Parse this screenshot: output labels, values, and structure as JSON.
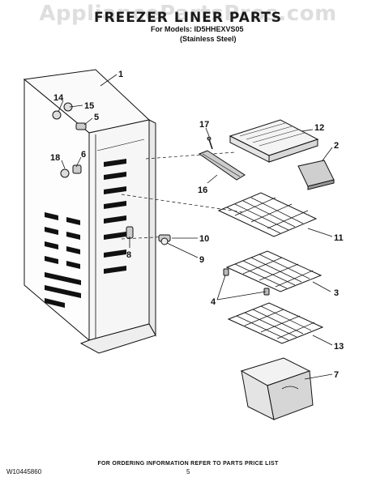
{
  "header": {
    "watermark": "AppliancePartsPros.com",
    "title": "FREEZER LINER PARTS",
    "models_line": "For Models: ID5HHEXVS05",
    "variant_line": "(Stainless Steel)"
  },
  "callouts": [
    "1",
    "14",
    "15",
    "5",
    "18",
    "6",
    "8",
    "17",
    "12",
    "2",
    "16",
    "11",
    "10",
    "9",
    "3",
    "4",
    "13",
    "7"
  ],
  "footer": {
    "ordering_note": "FOR ORDERING INFORMATION REFER TO PARTS PRICE LIST",
    "doc_number": "W10445860",
    "page_number": "5"
  }
}
